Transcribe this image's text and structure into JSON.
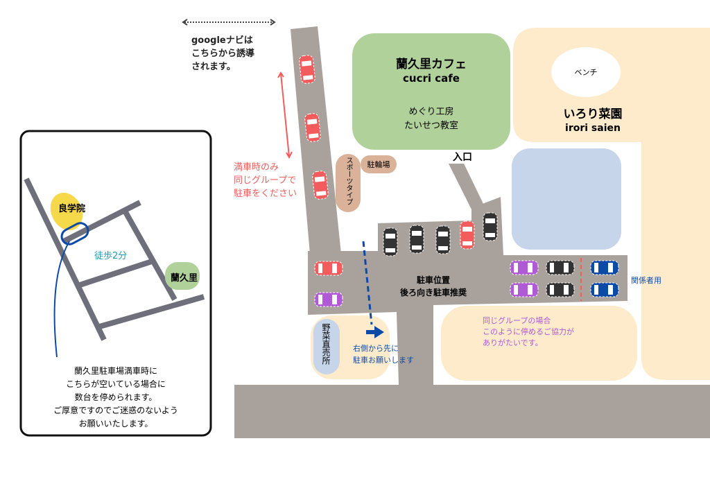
{
  "colors": {
    "road": "#a9a19b",
    "cafe": "#b1d19b",
    "farm": "#fdebcc",
    "pond": "#c6d5ea",
    "brown": "#d9b299",
    "red": "#f25c5c",
    "blue": "#0d4aa6",
    "purple": "#b05ad6",
    "black": "#333333"
  },
  "google_note": "googleナビは\nこちらから誘導\nされます。",
  "overflow_note": "満車時のみ\n同じグループで\n駐車をください",
  "cafe": {
    "name_ja": "蘭久里カフェ",
    "name_en": "cucri cafe",
    "sub": "めぐり工房\nたいせつ教室"
  },
  "farm": {
    "bench": "ベンチ",
    "name_ja": "いろり菜園",
    "name_en": "irori saien"
  },
  "bike_parking": "駐輪場",
  "sports_type": "スポーツタイプ",
  "entrance": "入口",
  "parking_label": "駐車位置\n後ろ向き駐車推奨",
  "staff_label": "関係者用",
  "right_first": "右側から先に\n駐車お願いします",
  "vegetable_stand": "野菜直売所",
  "group_note": "同じグループの場合\nこのように停めるご協力が\nありがたいです。",
  "inset": {
    "ryogakuin": "良学院",
    "walk": "徒歩2分",
    "cucri": "蘭久里",
    "note": "蘭久里駐車場満車時に\nこちらが空いている場合に\n数台を停められます。\nご厚意ですのでご迷惑のないよう\nお願いいたします。"
  }
}
